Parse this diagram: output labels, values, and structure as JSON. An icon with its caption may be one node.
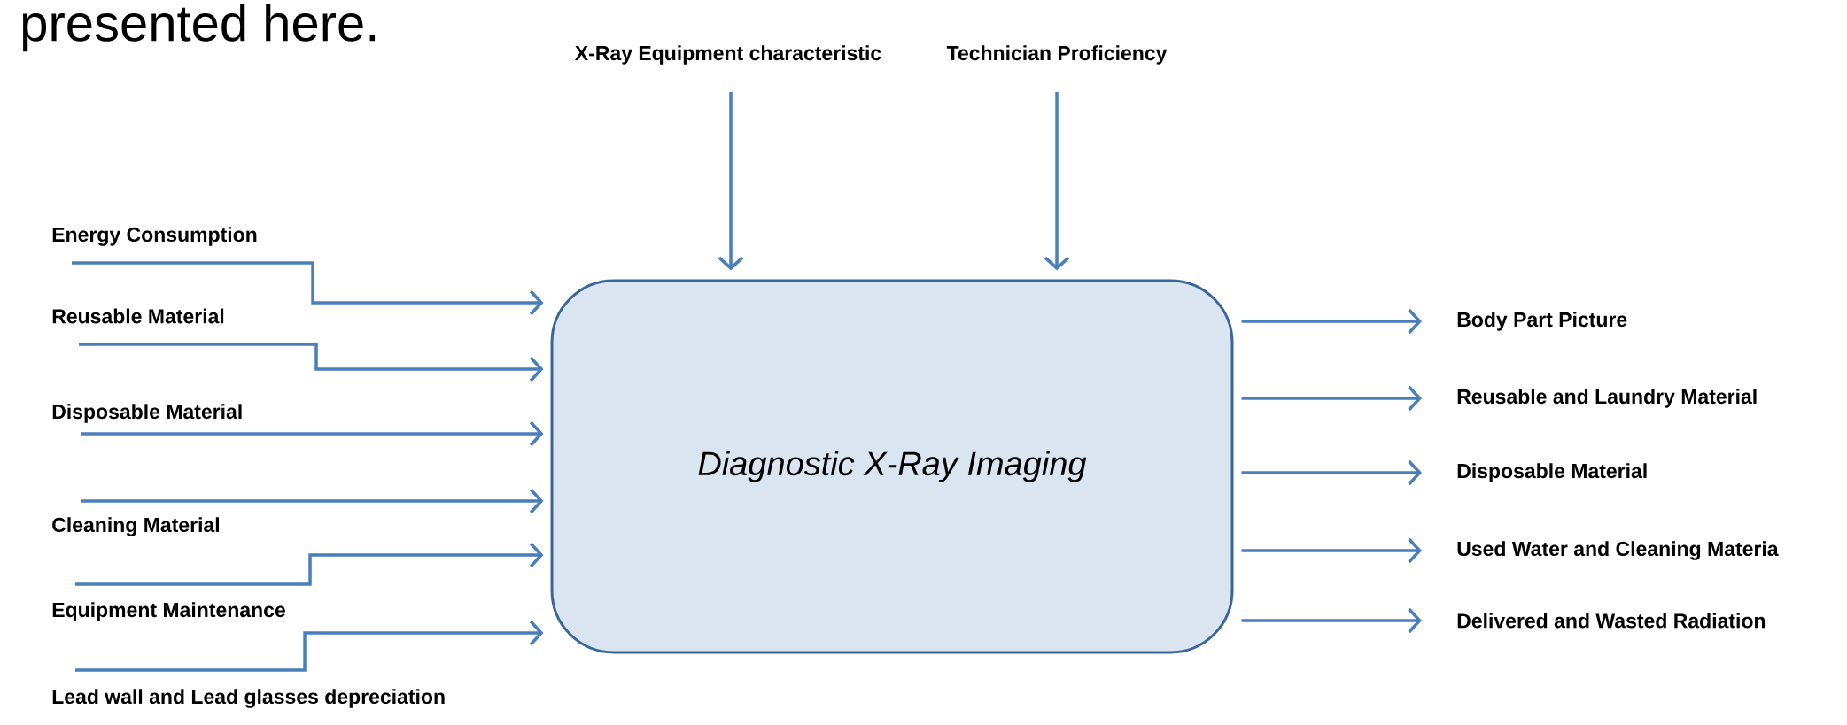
{
  "diagram": {
    "nodes": [
      {
        "text": [
          "Diagnostic X-Ray Imaging"
        ]
      },
      {
        "text": [
          "X-Ray Equipment characteristic"
        ]
      },
      {
        "text": [
          "Technician Proficiency"
        ]
      },
      {
        "text": [
          "Energy Consumption"
        ]
      },
      {
        "text": [
          "Reusable Material"
        ]
      },
      {
        "text": [
          "Disposable Material"
        ]
      },
      {
        "text": [
          "Cleaning Material"
        ]
      },
      {
        "text": [
          "Equipment Maintenance"
        ]
      },
      {
        "text": [
          "Lead wall and Lead glasses depreciation"
        ]
      },
      {
        "text": [
          "Body Part Picture"
        ]
      },
      {
        "text": [
          "Reusable and Laundry Material"
        ]
      },
      {
        "text": [
          "Disposable Material"
        ]
      },
      {
        "text": [
          "Used Water and Cleaning Materia"
        ]
      },
      {
        "text": [
          "Delivered and Wasted Radiation"
        ]
      }
    ],
    "edges": [
      {
        "from": 1,
        "to": 0,
        "arrow": "to"
      },
      {
        "from": 2,
        "to": 0,
        "arrow": "to"
      },
      {
        "from": 3,
        "to": 0,
        "arrow": "to"
      },
      {
        "from": 4,
        "to": 0,
        "arrow": "to"
      },
      {
        "from": 5,
        "to": 0,
        "arrow": "to"
      },
      {
        "from": 6,
        "to": 0,
        "arrow": "to"
      },
      {
        "from": 7,
        "to": 0,
        "arrow": "to"
      },
      {
        "from": 8,
        "to": 0,
        "arrow": "to"
      },
      {
        "from": 0,
        "to": 9,
        "arrow": "to"
      },
      {
        "from": 0,
        "to": 10,
        "arrow": "to"
      },
      {
        "from": 0,
        "to": 11,
        "arrow": "to"
      },
      {
        "from": 0,
        "to": 12,
        "arrow": "to"
      },
      {
        "from": 0,
        "to": 13,
        "arrow": "to"
      }
    ],
    "labels": [
      "presented here."
    ]
  }
}
